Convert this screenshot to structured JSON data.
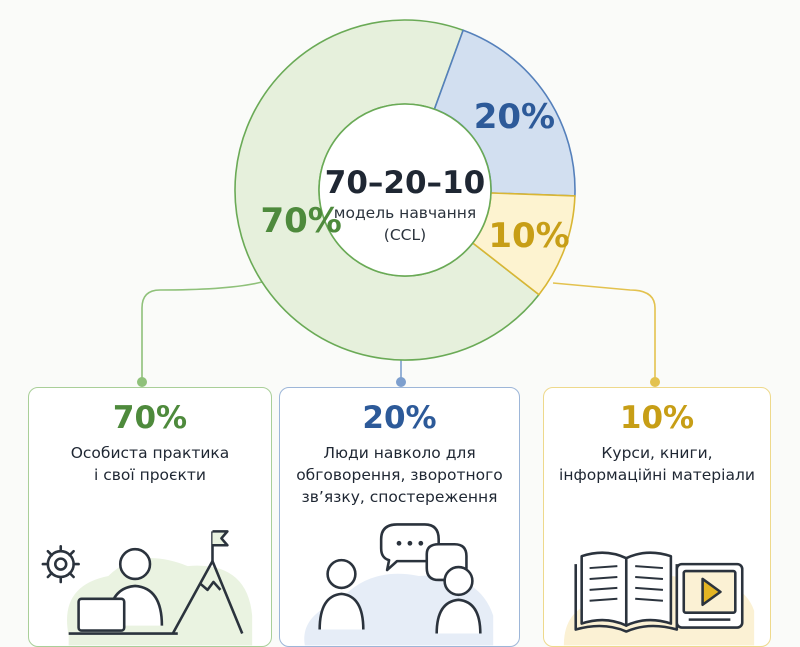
{
  "center": {
    "title": "70–20–10",
    "subtitle_line1": "модель навчання",
    "subtitle_line2": "(CCL)"
  },
  "chart_data": {
    "type": "pie",
    "variant": "donut",
    "segments": [
      {
        "label": "70%",
        "value": 70,
        "color": "#e6f0dc",
        "stroke": "#6aaa56",
        "text_color": "#4e8a3c"
      },
      {
        "label": "20%",
        "value": 20,
        "color": "#d2dff0",
        "stroke": "#5580bb",
        "text_color": "#2d5a99"
      },
      {
        "label": "10%",
        "value": 10,
        "color": "#fdf3d0",
        "stroke": "#d9b634",
        "text_color": "#c79e16"
      }
    ]
  },
  "cards": [
    {
      "pct": "70%",
      "desc": "Особиста практика\nі свої проєкти",
      "color": "#4e8a3c",
      "border": "#a9cf99",
      "icons": [
        "gear-icon",
        "person-at-laptop-icon",
        "mountain-flag-icon"
      ]
    },
    {
      "pct": "20%",
      "desc": "Люди навколо для\nобговорення, зворотного\nзв’язку, спостереження",
      "color": "#2d5a99",
      "border": "#9db6d8",
      "icons": [
        "chat-bubbles-icon",
        "two-people-icon"
      ]
    },
    {
      "pct": "10%",
      "desc": "Курси, книги,\nінформаційні матеріали",
      "color": "#c79e16",
      "border": "#eed98c",
      "icons": [
        "open-book-icon",
        "video-player-icon"
      ]
    }
  ]
}
